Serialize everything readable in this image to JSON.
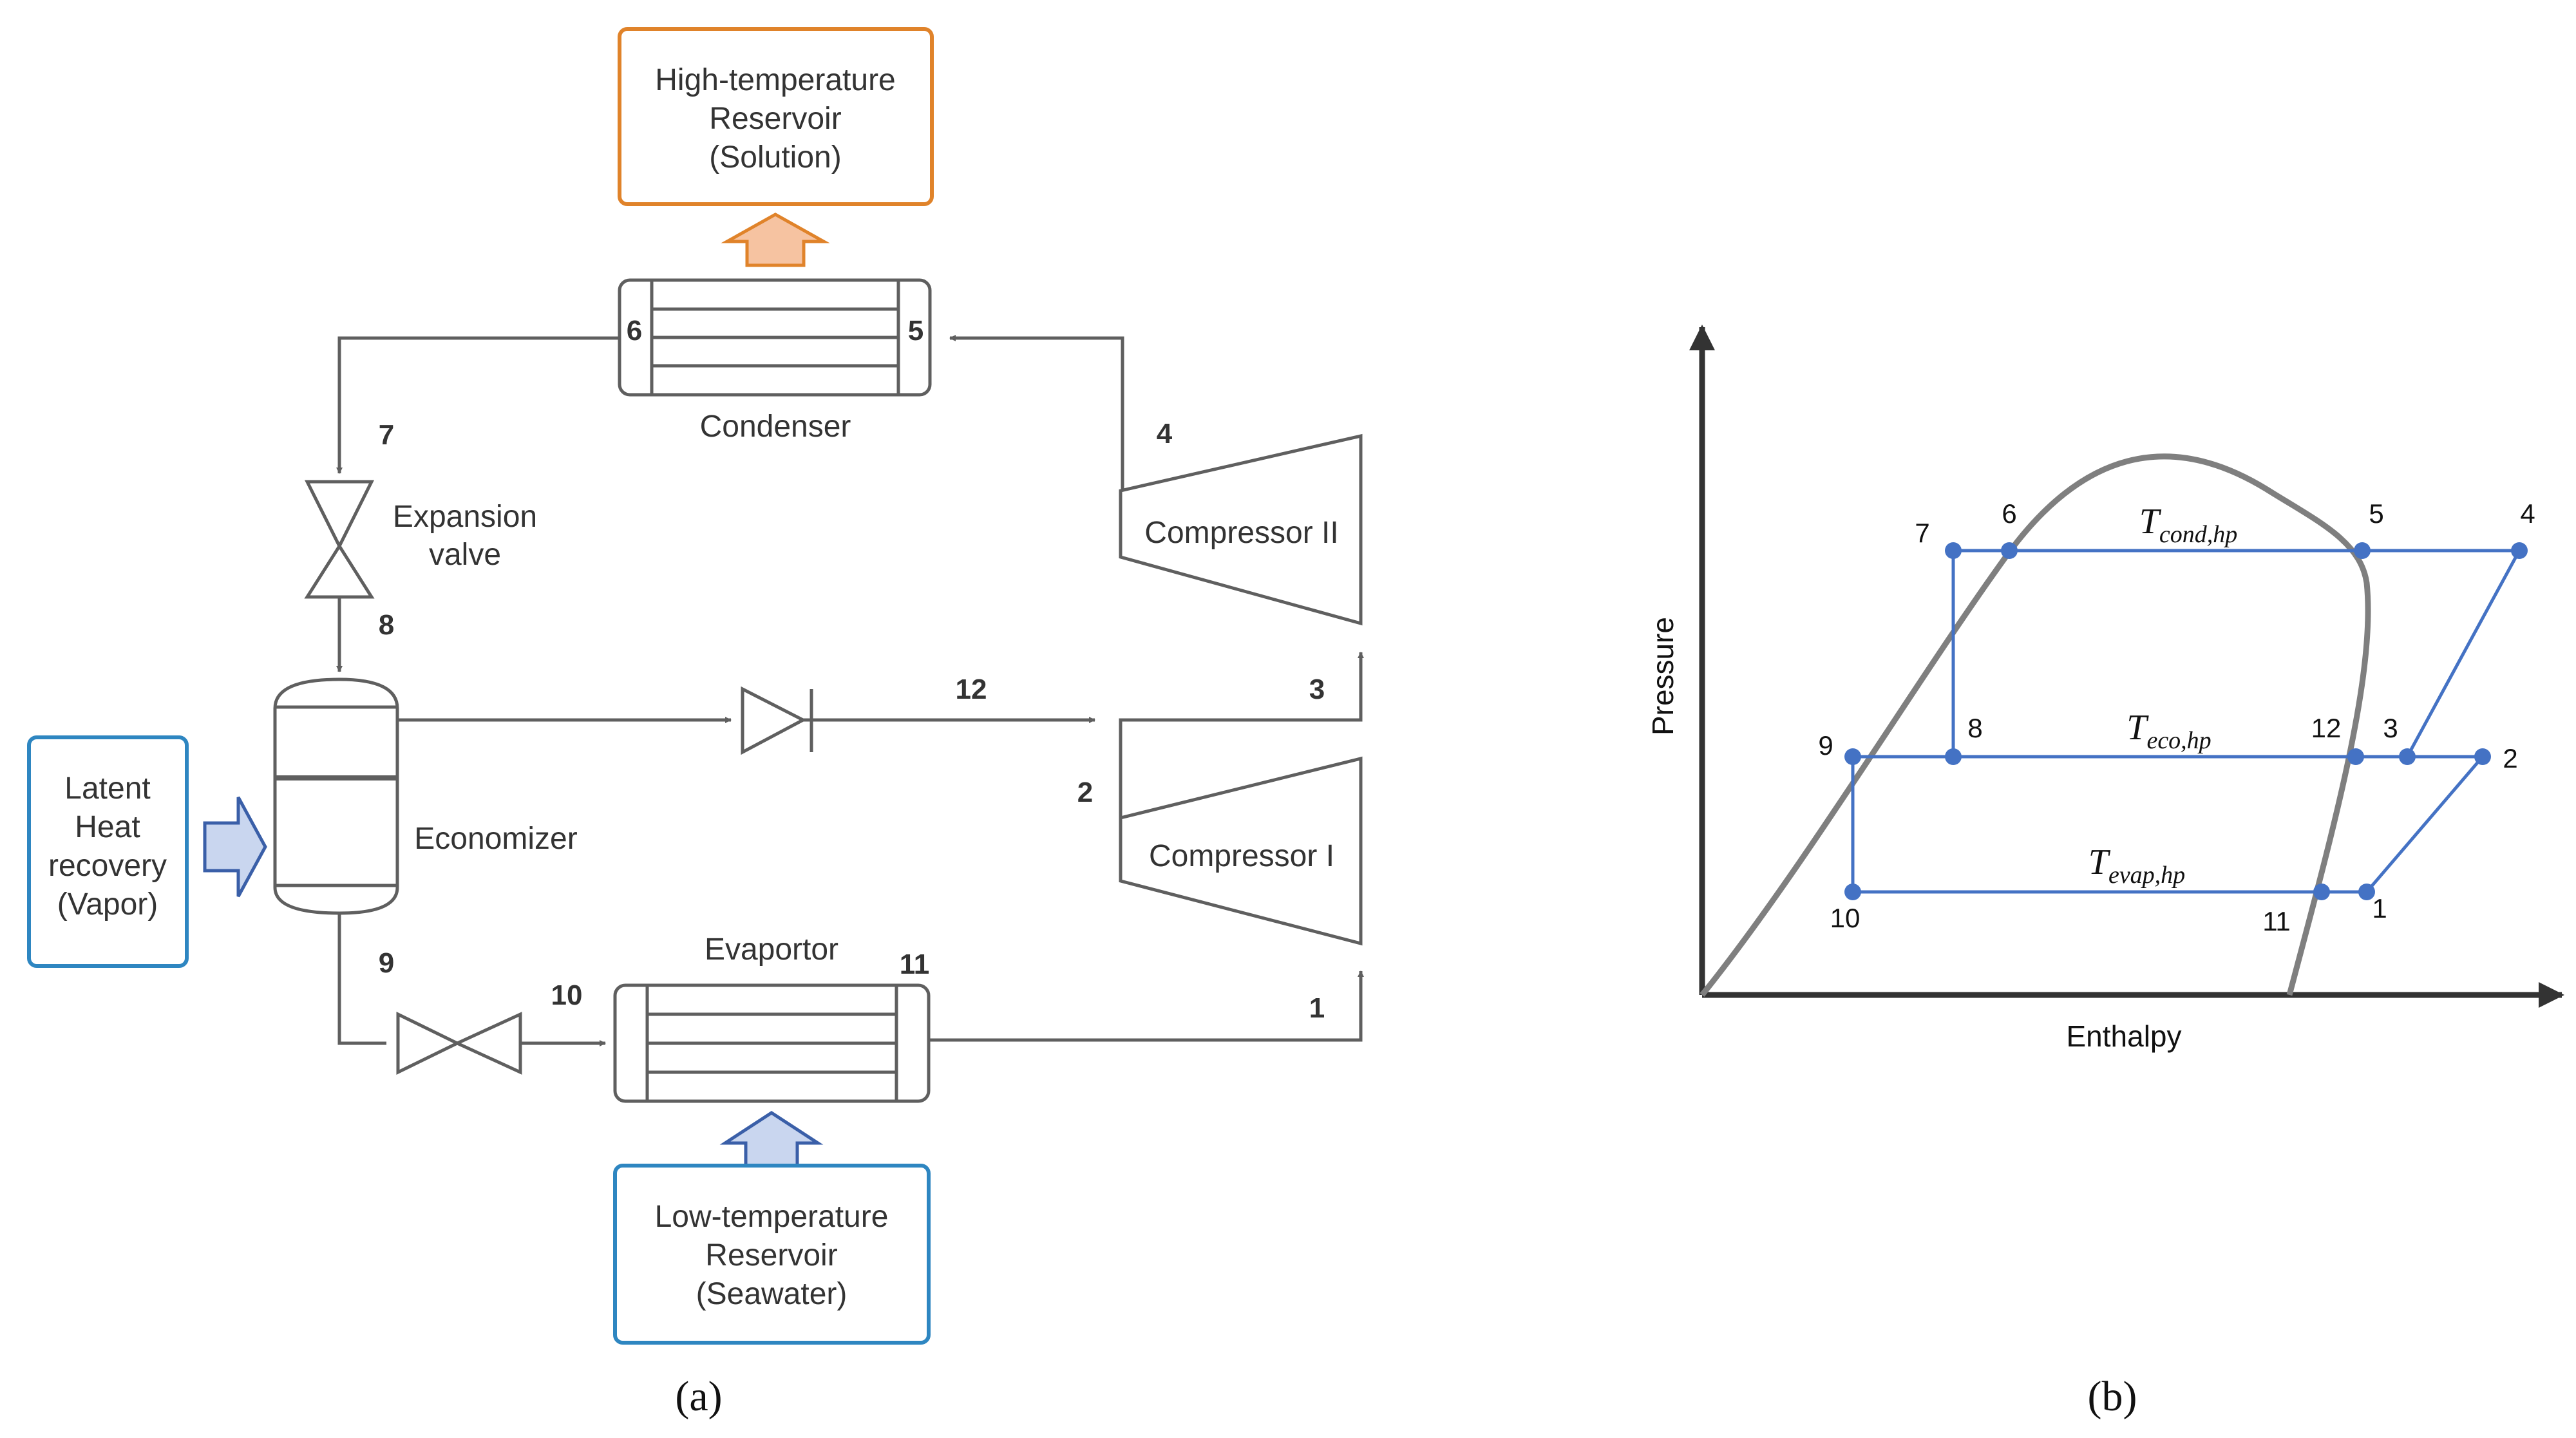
{
  "panel_a": {
    "caption": "(a)",
    "components": {
      "high_reservoir": [
        "High-temperature",
        "Reservoir",
        "(Solution)"
      ],
      "condenser": "Condenser",
      "expansion_valve": [
        "Expansion",
        "valve"
      ],
      "compressor_ii": "Compressor II",
      "compressor_i": "Compressor I",
      "economizer": "Economizer",
      "evaporator": "Evaportor",
      "latent": [
        "Latent",
        "Heat",
        "recovery",
        "(Vapor)"
      ],
      "low_reservoir": [
        "Low-temperature",
        "Reservoir",
        "(Seawater)"
      ]
    },
    "states": {
      "s1": "1",
      "s2": "2",
      "s3": "3",
      "s4": "4",
      "s5": "5",
      "s6": "6",
      "s7": "7",
      "s8": "8",
      "s9": "9",
      "s10": "10",
      "s11": "11",
      "s12": "12"
    },
    "colors": {
      "line": "#5f5f5f",
      "hot": "#e0832a",
      "hot_fill": "#f6c3a1",
      "cold": "#2e86c1",
      "cold_arrow": "#3a5fa8",
      "cold_fill": "#c9d6ef"
    }
  },
  "panel_b": {
    "caption": "(b)",
    "xlabel": "Enthalpy",
    "ylabel": "Pressure",
    "isotherms": {
      "cond": {
        "base": "T",
        "sub": "cond,hp"
      },
      "eco": {
        "base": "T",
        "sub": "eco,hp"
      },
      "evap": {
        "base": "T",
        "sub": "evap,hp"
      }
    },
    "points": {
      "p1": "1",
      "p2": "2",
      "p3": "3",
      "p4": "4",
      "p5": "5",
      "p6": "6",
      "p7": "7",
      "p8": "8",
      "p9": "9",
      "p10": "10",
      "p11": "11",
      "p12": "12"
    },
    "colors": {
      "dome": "#7f7f7f",
      "cycle": "#4472c4",
      "axis": "#333333"
    }
  }
}
